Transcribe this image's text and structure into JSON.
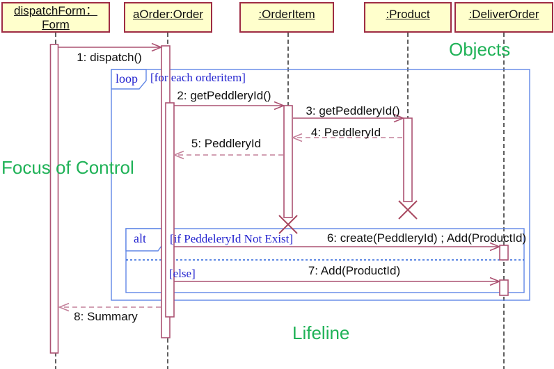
{
  "colors": {
    "object_box_fill": "#FFFFCC",
    "object_box_border": "#9E2C44",
    "message_line": "#AC5272",
    "return_line": "#C4809A",
    "frame_border": "#6187E6",
    "guard_text": "#2323CF",
    "separator_line": "#2B63DC",
    "annotation_green": "#1FB257",
    "lifeline_dash": "#1A1A1A"
  },
  "objects": [
    {
      "name": "dispatchForm：Form",
      "line1": "dispatchForm：",
      "line2": "Form"
    },
    {
      "name": "aOrder:Order"
    },
    {
      "name": ":OrderItem"
    },
    {
      "name": ":Product"
    },
    {
      "name": ":DeliverOrder"
    }
  ],
  "messages": [
    {
      "label": "1: dispatch()",
      "kind": "call"
    },
    {
      "label": "2: getPeddleryId()",
      "kind": "call"
    },
    {
      "label": "3: getPeddleryId()",
      "kind": "call"
    },
    {
      "label": "4: PeddleryId",
      "kind": "return"
    },
    {
      "label": "5: PeddleryId",
      "kind": "return"
    },
    {
      "label": "6: create(PeddleryId) ; Add(ProductId)",
      "kind": "call"
    },
    {
      "label": "7: Add(ProductId)",
      "kind": "call"
    },
    {
      "label": "8: Summary",
      "kind": "return"
    }
  ],
  "frames": {
    "loop": {
      "operator": "loop",
      "guard": "[for each orderitem]"
    },
    "alt": {
      "operator": "alt",
      "guard_if": "[if PeddeleryId Not Exist]",
      "guard_else": "[else]"
    }
  },
  "annotations": {
    "objects": "Objects",
    "focus": "Focus of Control",
    "lifeline": "Lifeline"
  }
}
